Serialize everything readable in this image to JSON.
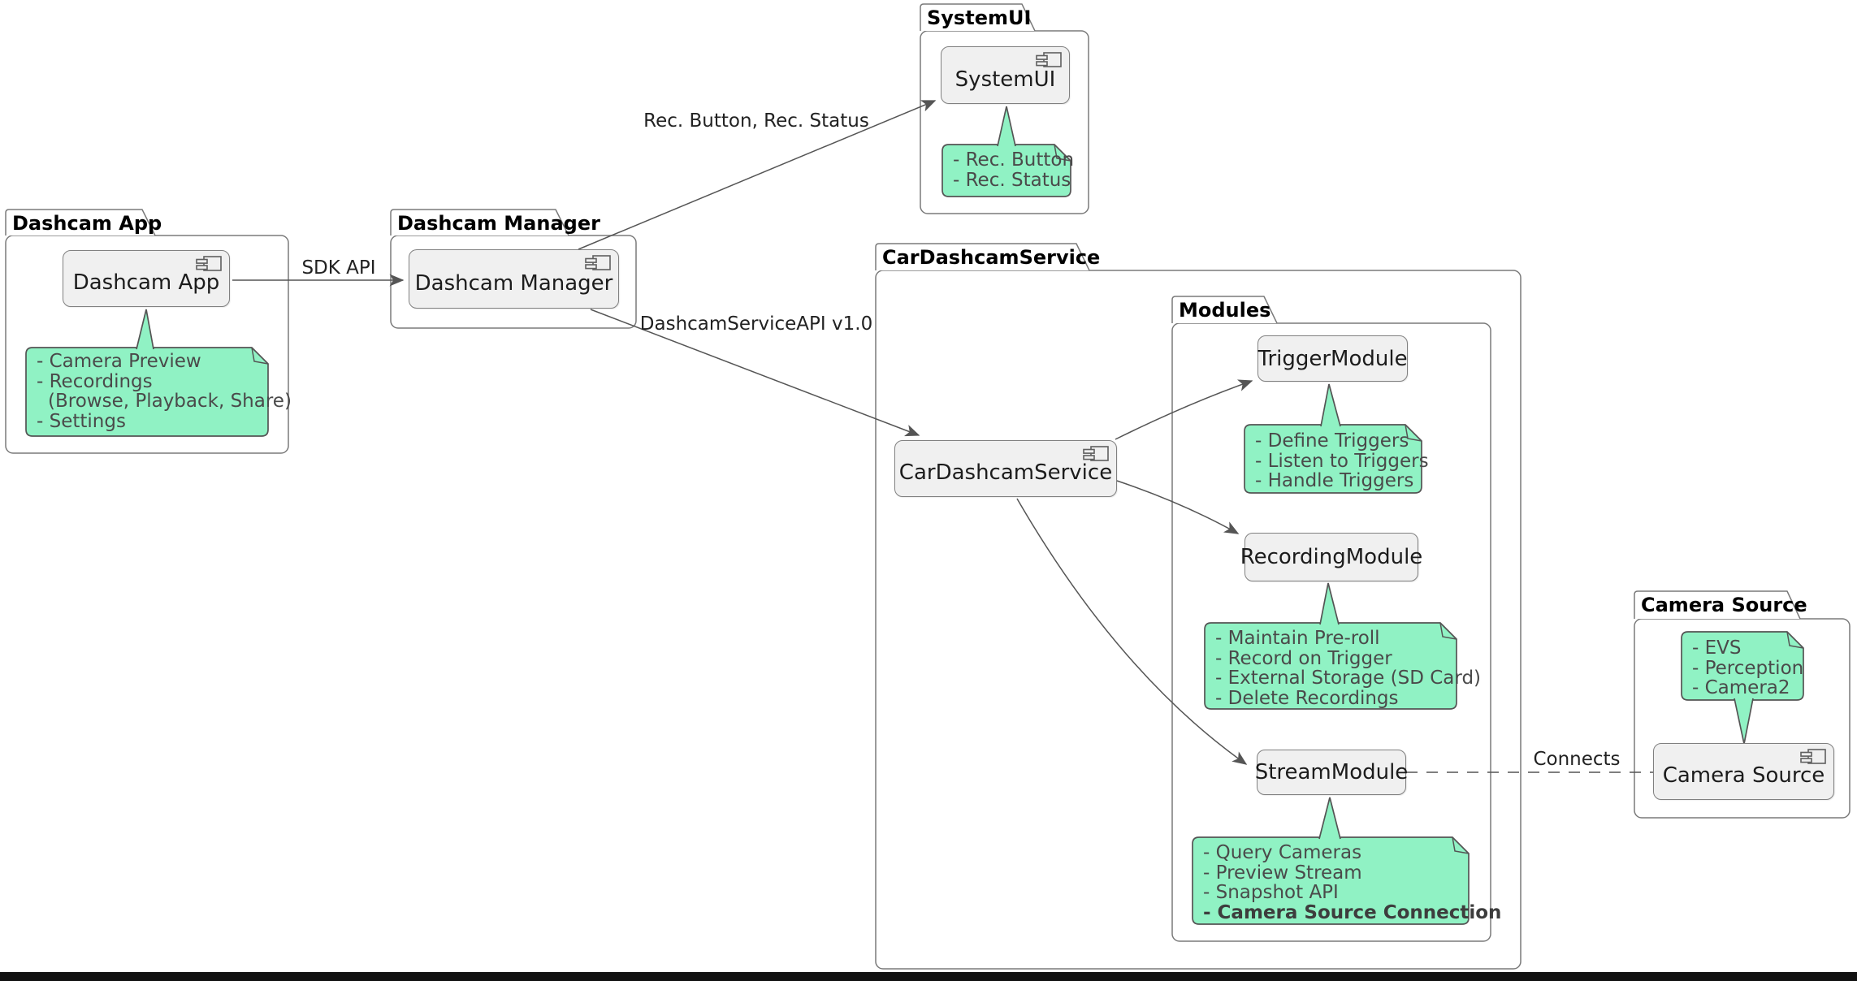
{
  "diagram": {
    "packages": {
      "dashcam_app": {
        "title": "Dashcam App"
      },
      "dashcam_manager": {
        "title": "Dashcam Manager"
      },
      "systemui": {
        "title": "SystemUI"
      },
      "car_dashcam_service": {
        "title": "CarDashcamService"
      },
      "modules": {
        "title": "Modules"
      },
      "camera_source": {
        "title": "Camera Source"
      }
    },
    "components": {
      "dashcam_app": "Dashcam App",
      "dashcam_manager": "Dashcam Manager",
      "systemui": "SystemUI",
      "car_dashcam_service": "CarDashcamService",
      "trigger_module": "TriggerModule",
      "recording_module": "RecordingModule",
      "stream_module": "StreamModule",
      "camera_source": "Camera Source"
    },
    "notes": {
      "dashcam_app": {
        "lines": [
          "- Camera Preview",
          "- Recordings",
          "(Browse, Playback, Share)",
          "- Settings"
        ]
      },
      "systemui": {
        "lines": [
          "- Rec. Button",
          "- Rec. Status"
        ]
      },
      "trigger_module": {
        "lines": [
          "- Define Triggers",
          "- Listen to Triggers",
          "- Handle Triggers"
        ]
      },
      "recording_module": {
        "lines": [
          "- Maintain Pre-roll",
          "- Record on Trigger",
          "- External Storage (SD Card)",
          "- Delete Recordings"
        ]
      },
      "stream_module": {
        "lines": [
          "- Query Cameras",
          "- Preview Stream",
          "- Snapshot API",
          "- Camera Source Connection"
        ]
      },
      "camera_source": {
        "lines": [
          "- EVS",
          "- Perception",
          "- Camera2"
        ]
      }
    },
    "edge_labels": {
      "sdk_api": "SDK API",
      "rec_button_status": "Rec. Button, Rec. Status",
      "dashcam_service_api": "DashcamServiceAPI v1.0",
      "connects": "Connects"
    },
    "colors": {
      "note_fill": "#90F2C4",
      "note_border": "#545454",
      "component_fill": "#F0F0F0",
      "component_border": "#808080",
      "package_border": "#7A7A7A",
      "edge": "#555555",
      "bottom_bar": "#121212"
    }
  }
}
